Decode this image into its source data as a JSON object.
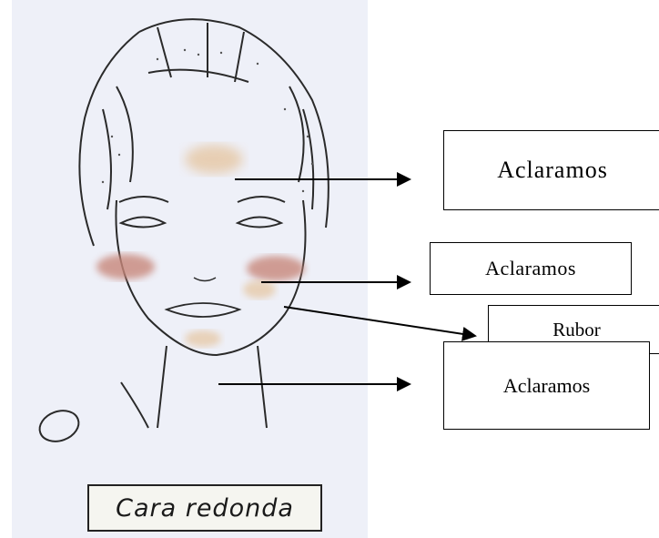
{
  "labels": {
    "forehead": "Aclaramos",
    "cheekbone": "Aclaramos",
    "cheek": "Rubor",
    "chin": "Aclaramos"
  },
  "caption": "Cara redonda",
  "colors": {
    "photo_bg": "#eef0f8",
    "lighten_patch": "#e6c9a8",
    "blush_patch": "#c8877a",
    "line": "#000000"
  }
}
